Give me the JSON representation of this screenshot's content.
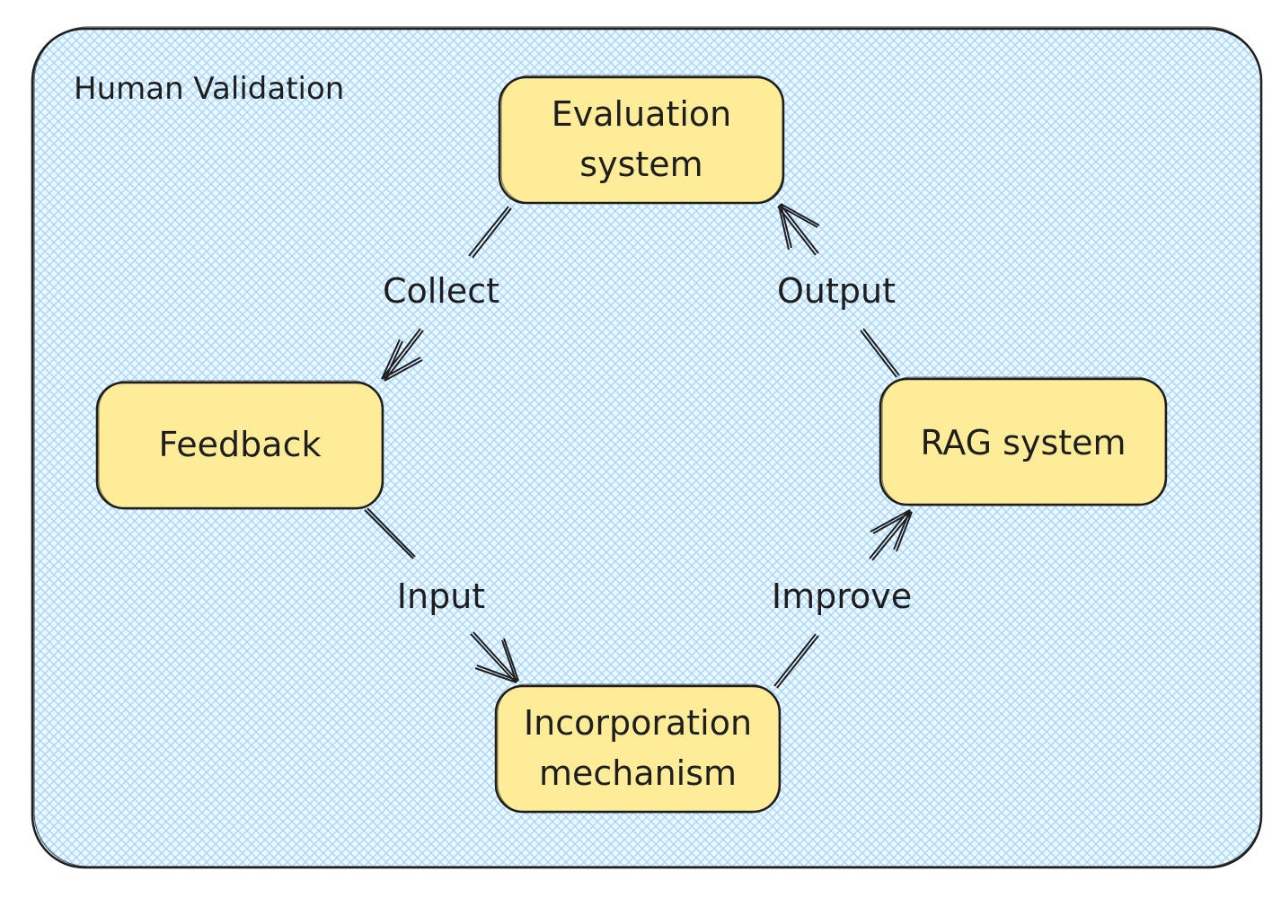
{
  "container": {
    "label": "Human Validation",
    "fill": "#a5d8ff",
    "stroke": "#1e1e1e"
  },
  "nodes": {
    "evaluation": {
      "line1": "Evaluation",
      "line2": "system"
    },
    "feedback": {
      "line1": "Feedback"
    },
    "rag": {
      "line1": "RAG system"
    },
    "incorporation": {
      "line1": "Incorporation",
      "line2": "mechanism"
    }
  },
  "node_style": {
    "fill": "#ffec99",
    "stroke": "#1e1e1e"
  },
  "edges": {
    "collect": {
      "label": "Collect",
      "from": "evaluation",
      "to": "feedback"
    },
    "input": {
      "label": "Input",
      "from": "feedback",
      "to": "incorporation"
    },
    "improve": {
      "label": "Improve",
      "from": "incorporation",
      "to": "rag"
    },
    "output": {
      "label": "Output",
      "from": "rag",
      "to": "evaluation"
    }
  }
}
